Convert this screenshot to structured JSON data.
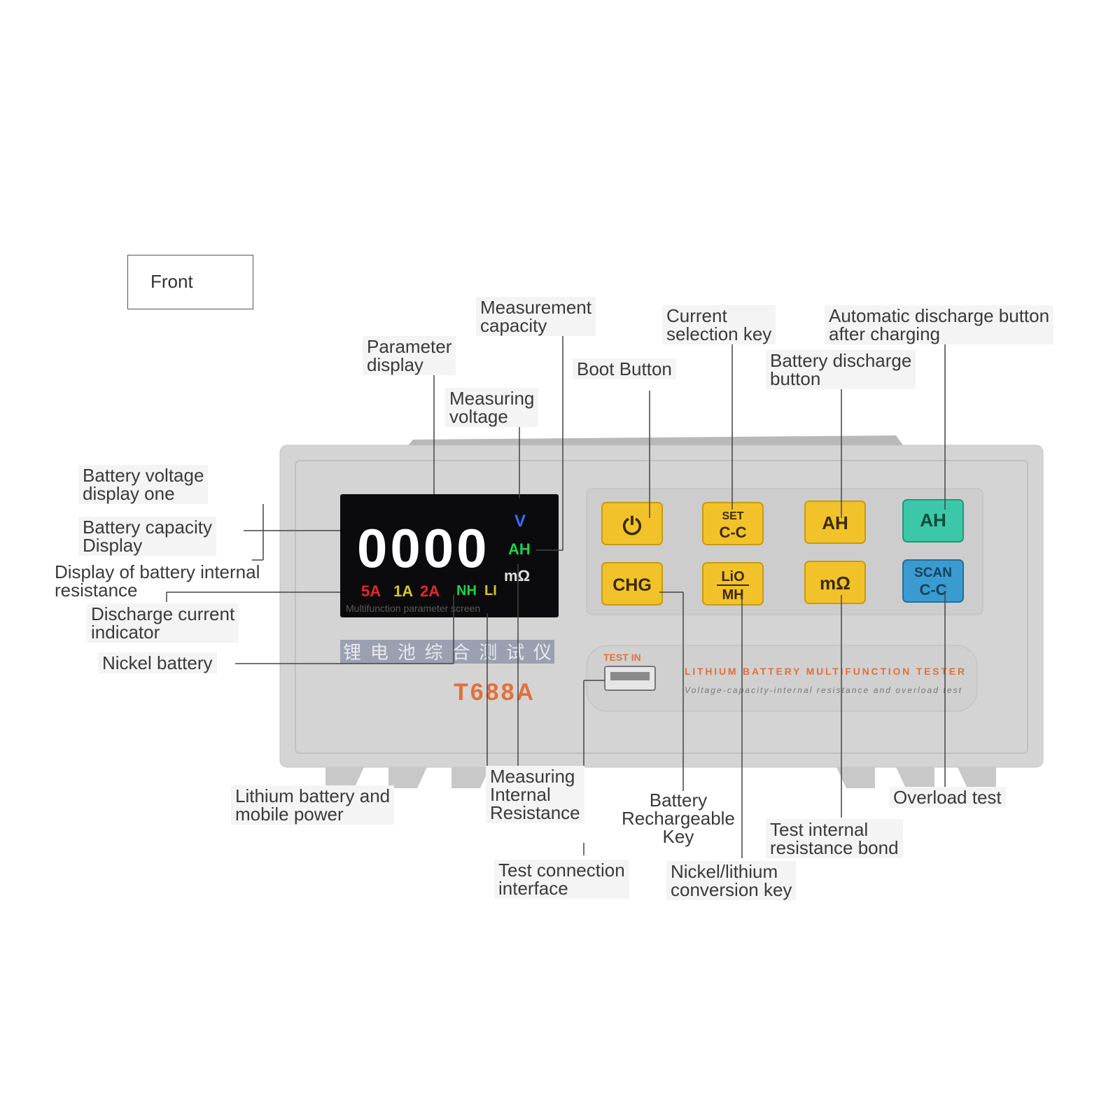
{
  "panel": {
    "title": "Front"
  },
  "labels": {
    "measurement_capacity": "Measurement\ncapacity",
    "current_selection_key": "Current\nselection key",
    "auto_discharge": "Automatic discharge button\nafter charging",
    "parameter_display": "Parameter\ndisplay",
    "boot_button": "Boot Button",
    "battery_discharge": "Battery discharge\nbutton",
    "measuring_voltage": "Measuring\nvoltage",
    "battery_voltage_display_one": "Battery voltage\ndisplay one",
    "battery_capacity_display": "Battery capacity\nDisplay",
    "internal_resistance_display": "Display of battery internal\nresistance",
    "discharge_current_indicator": "Discharge current\nindicator",
    "nickel_battery": "Nickel battery",
    "lithium_mobile_power": "Lithium battery and\nmobile power",
    "measuring_internal_resistance": "Measuring\nInternal\nResistance",
    "battery_rechargeable_key": "Battery\nRechargeable\nKey",
    "overload_test": "Overload test",
    "test_internal_resistance_bond": "Test internal\nresistance bond",
    "test_connection_interface": "Test connection\ninterface",
    "nickel_lithium_key": "Nickel/lithium\nconversion key"
  },
  "device": {
    "display_digits": "0000",
    "unit_v": "V",
    "unit_ah": "AH",
    "unit_mohm": "mΩ",
    "current_5a": "5A",
    "current_1a": "1A",
    "current_2a": "2A",
    "nh": "NH",
    "li": "LI",
    "screen_caption": "Multifunction parameter screen",
    "chinese_title": "锂电池综合测试仪",
    "model": "T688A",
    "test_in": "TEST IN",
    "brand_line": "LITHIUM BATTERY MULTIFUNCTION TESTER",
    "sub_line": "Voltage-capacity-internal resistance and overload test",
    "keys": {
      "power": "⏻",
      "set_top": "SET",
      "set_bottom": "C-C",
      "ah": "AH",
      "ah2": "AH",
      "chg": "CHG",
      "lio_top": "LiO",
      "lio_bottom": "MH",
      "mohm": "mΩ",
      "scan_top": "SCAN",
      "scan_bottom": "C-C"
    }
  },
  "colors": {
    "body": "#d4d4d4",
    "key_yellow": "#f2c22a",
    "key_teal": "#3cc7a8",
    "key_blue": "#3a9bd1",
    "model_orange": "#e2703a"
  }
}
